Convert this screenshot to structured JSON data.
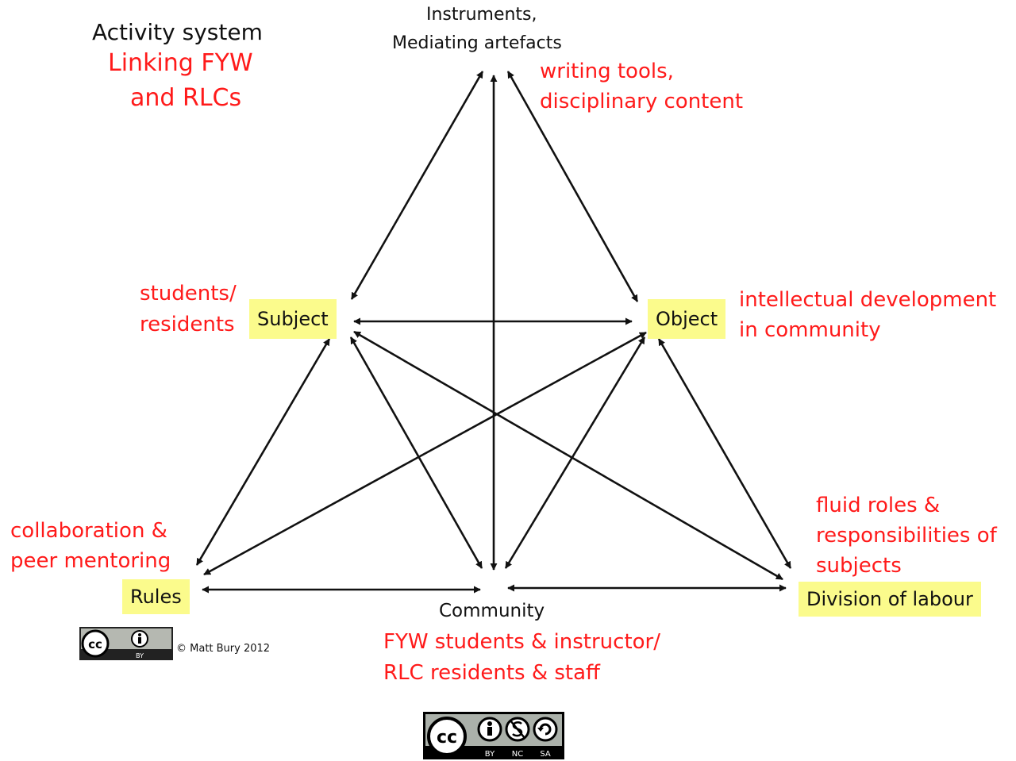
{
  "title": {
    "main": "Activity system",
    "sub_line1": "Linking FYW",
    "sub_line2": "and RLCs"
  },
  "nodes": {
    "instruments": {
      "label_line1": "Instruments,",
      "label_line2": "Mediating artefacts",
      "desc_line1": "writing tools,",
      "desc_line2": "disciplinary content"
    },
    "subject": {
      "label": "Subject",
      "desc_line1": "students/",
      "desc_line2": "residents"
    },
    "object": {
      "label": "Object",
      "desc_line1": "intellectual development",
      "desc_line2": "in community"
    },
    "rules": {
      "label": "Rules",
      "desc_line1": "collaboration &",
      "desc_line2": "peer mentoring"
    },
    "community": {
      "label": "Community",
      "desc_line1": "FYW students & instructor/",
      "desc_line2": "RLC residents & staff"
    },
    "division": {
      "label": "Division of labour",
      "desc_line1": "fluid roles &",
      "desc_line2": "responsibilities of",
      "desc_line3": "subjects"
    }
  },
  "copyright": "© Matt Bury 2012",
  "license_small": {
    "cc": "cc",
    "by": "BY"
  },
  "license_large": {
    "cc": "cc",
    "by": "BY",
    "nc": "NC",
    "sa": "SA"
  },
  "colors": {
    "accent_red": "#ff1a1a",
    "highlight": "#fbfb8c",
    "arrow": "#111111"
  }
}
